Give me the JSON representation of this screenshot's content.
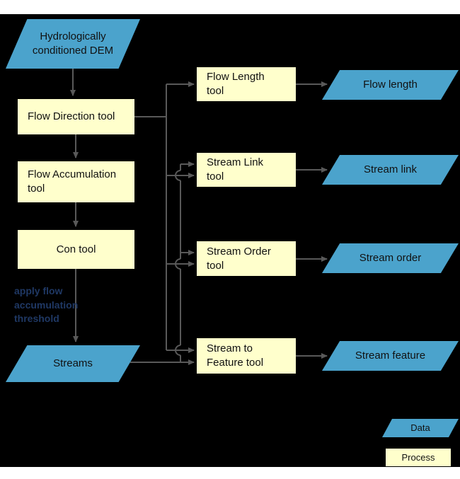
{
  "colors": {
    "page_bg": "#ffffff",
    "canvas_bg": "#000000",
    "data_fill": "#4BA3CC",
    "process_fill": "#FFFFCC",
    "connector": "#595959",
    "shape_text": "#111111",
    "annotation_color": "#1F3864"
  },
  "nodes": {
    "dem": "Hydrologically conditioned DEM",
    "flow_direction_tool": "Flow Direction tool",
    "flow_accumulation_tool": "Flow Accumulation tool",
    "con_tool": "Con tool",
    "streams": "Streams",
    "flow_length_tool": "Flow Length tool",
    "stream_link_tool": "Stream Link tool",
    "stream_order_tool": "Stream Order tool",
    "stream_to_feature_tool": "Stream to Feature tool",
    "flow_length": "Flow length",
    "stream_link": "Stream link",
    "stream_order": "Stream order",
    "stream_feature": "Stream feature"
  },
  "annotation": "apply flow accumulation threshold",
  "legend": {
    "data": "Data",
    "process": "Process"
  }
}
